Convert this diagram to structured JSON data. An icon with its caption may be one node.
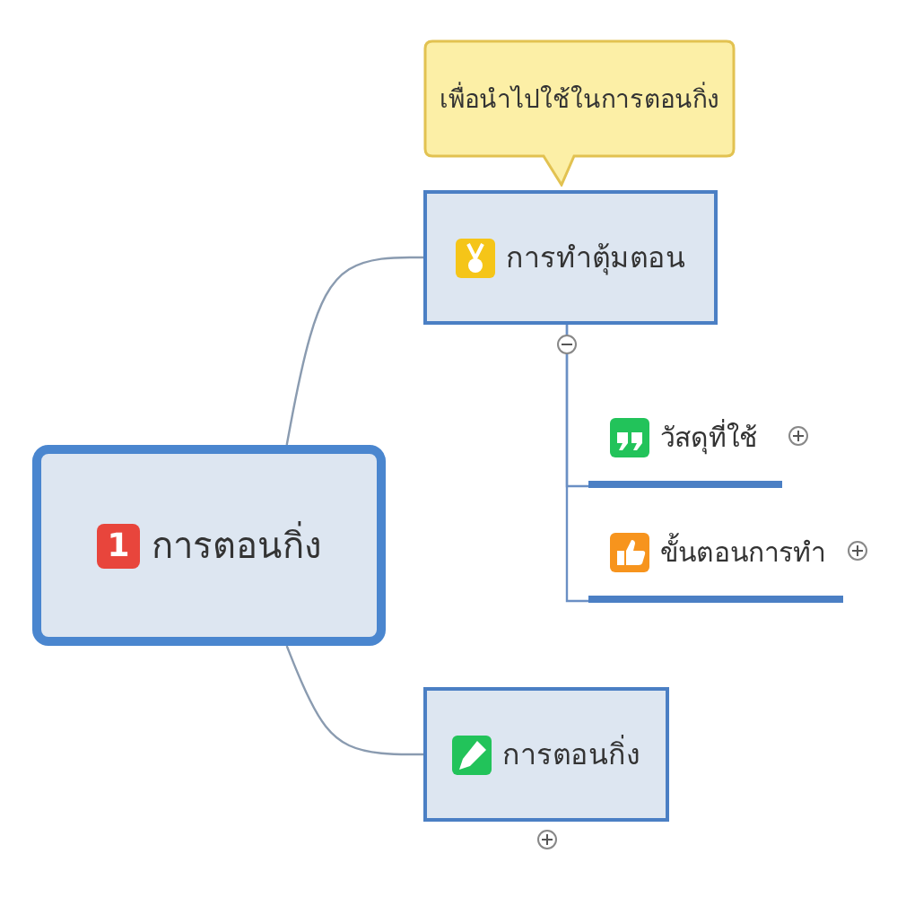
{
  "diagram": {
    "nodes": [
      {
        "text": [
          "เพื่อนำไปใช้ในการตอนกิ่ง"
        ]
      },
      {
        "text": [
          "การทำตุ้มตอน"
        ]
      },
      {
        "text": [
          "วัสดุที่ใช้"
        ]
      },
      {
        "text": [
          "ขั้นตอนการทำ"
        ]
      },
      {
        "text": [
          "1",
          "การตอนกิ่ง"
        ]
      },
      {
        "text": [
          "การตอนกิ่ง"
        ]
      }
    ],
    "edges": [
      {
        "from": 4,
        "to": 1,
        "arrow": "none"
      },
      {
        "from": 1,
        "to": 2,
        "arrow": "none"
      },
      {
        "from": 1,
        "to": 3,
        "arrow": "none"
      },
      {
        "from": 4,
        "to": 5,
        "arrow": "none"
      }
    ]
  }
}
